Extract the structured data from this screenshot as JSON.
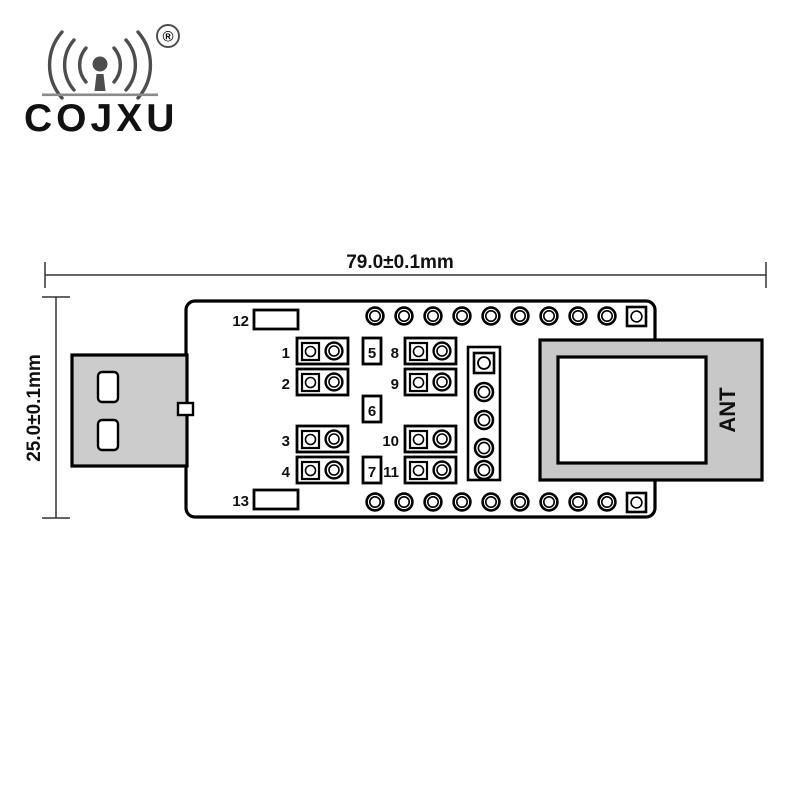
{
  "logo": {
    "brand_text": "COJXU",
    "brand_color": "#1b87c9",
    "registered_mark": "®",
    "antenna_icon_name": "wireless-signal-icon"
  },
  "diagram": {
    "title_dimension_top": "79.0±0.1mm",
    "title_dimension_left": "25.0±0.1mm",
    "module_label": "ANT",
    "board_fill": "#ffffff",
    "board_stroke": "#000000",
    "usb_fill": "#cccccc",
    "module_fill": "#c8c8c8",
    "pad_stroke": "#000000",
    "callouts": [
      {
        "id": "1",
        "kind": "jumper"
      },
      {
        "id": "2",
        "kind": "jumper"
      },
      {
        "id": "3",
        "kind": "jumper"
      },
      {
        "id": "4",
        "kind": "jumper"
      },
      {
        "id": "5",
        "kind": "boxed"
      },
      {
        "id": "6",
        "kind": "boxed"
      },
      {
        "id": "7",
        "kind": "boxed"
      },
      {
        "id": "8",
        "kind": "jumper"
      },
      {
        "id": "9",
        "kind": "jumper"
      },
      {
        "id": "10",
        "kind": "jumper"
      },
      {
        "id": "11",
        "kind": "jumper"
      },
      {
        "id": "12",
        "kind": "slot"
      },
      {
        "id": "13",
        "kind": "slot"
      }
    ],
    "edge_pads_top_count": 11,
    "edge_pads_bottom_count": 11,
    "header_pads_count": 5
  }
}
